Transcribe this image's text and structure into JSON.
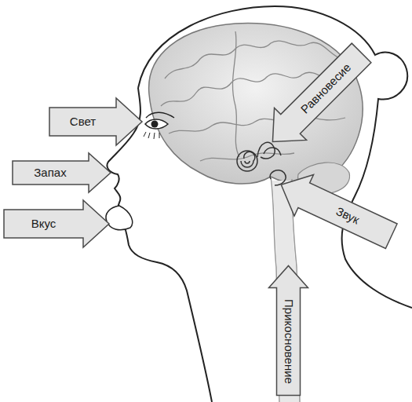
{
  "diagram": {
    "nodes": [
      {
        "text": [
          "Свет"
        ]
      },
      {
        "text": [
          "Запах"
        ]
      },
      {
        "text": [
          "Вкус"
        ]
      },
      {
        "text": [
          "Равновесие"
        ]
      },
      {
        "text": [
          "Звук"
        ]
      },
      {
        "text": [
          "Прикосновение"
        ]
      }
    ]
  }
}
